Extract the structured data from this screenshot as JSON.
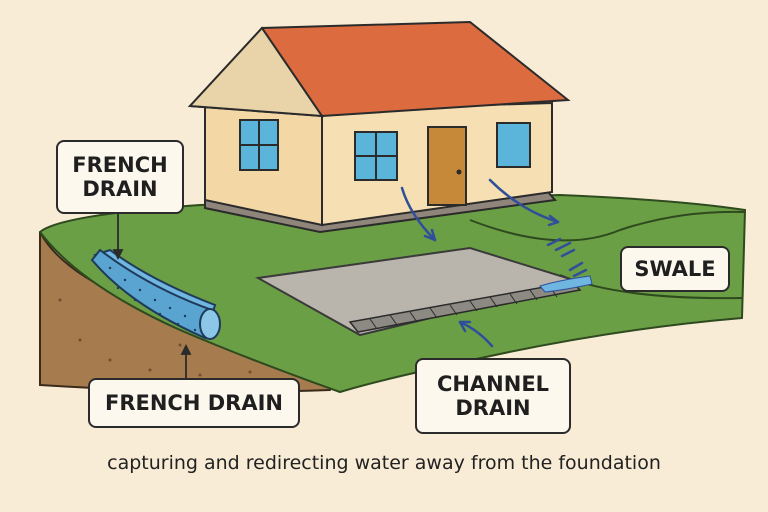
{
  "labels": {
    "french_drain_top": [
      "FRENCH",
      "DRAIN"
    ],
    "french_drain_bottom": "FRENCH DRAIN",
    "channel_drain": [
      "CHANNEL",
      "DRAIN"
    ],
    "swale": "SWALE"
  },
  "caption": "capturing and redirecting water away from the foundation",
  "colors": {
    "background": "#f8ecd6",
    "grass": "#6a9f45",
    "soil": "#a67c4f",
    "roof": "#dc6b3f",
    "wall": "#f6dfb2",
    "door": "#c6893a",
    "window": "#5bb5db",
    "water": "#6fb7e0",
    "arrow": "#2f4f9a",
    "concrete": "#b9b5ac"
  }
}
